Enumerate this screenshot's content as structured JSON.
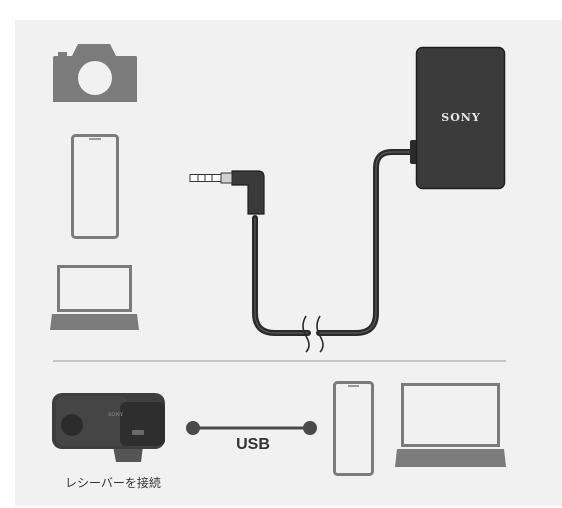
{
  "devices_top": [
    {
      "kind": "camera",
      "icon": "camera-icon"
    },
    {
      "kind": "smartphone",
      "icon": "smartphone-icon"
    },
    {
      "kind": "laptop",
      "icon": "laptop-icon"
    }
  ],
  "recorder": {
    "brand": "SONY"
  },
  "receiver": {
    "brand": "SONY",
    "label": "レシーバーを接続"
  },
  "connection": {
    "label": "USB"
  },
  "devices_bottom": [
    {
      "kind": "smartphone",
      "icon": "smartphone-icon"
    },
    {
      "kind": "laptop",
      "icon": "laptop-icon"
    }
  ],
  "colors": {
    "background": "#f1f1f1",
    "icon_gray": "#7b7b7b",
    "device_dark": "#3b3b3b",
    "cable": "#2a2a2a"
  }
}
